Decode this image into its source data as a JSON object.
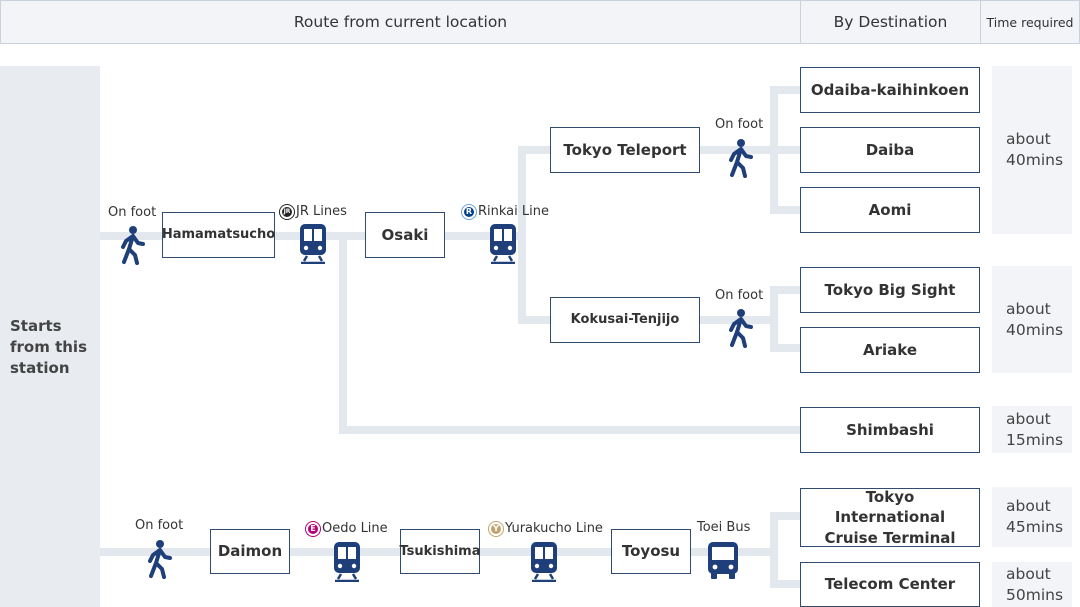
{
  "header": {
    "route": "Route from current location",
    "destination": "By Destination",
    "time": "Time required"
  },
  "start": {
    "label": "Starts from this station"
  },
  "stations": {
    "hamamatsucho": "Hamamatsucho",
    "osaki": "Osaki",
    "tokyo_teleport": "Tokyo Teleport",
    "kokusai_tenjijo": "Kokusai-Tenjijo",
    "daimon": "Daimon",
    "tsukishima": "Tsukishima",
    "toyosu": "Toyosu"
  },
  "destinations": {
    "odaiba": "Odaiba-kaihinkoen",
    "daiba": "Daiba",
    "aomi": "Aomi",
    "big_sight": "Tokyo Big Sight",
    "ariake": "Ariake",
    "shimbashi": "Shimbashi",
    "cruise": "Tokyo International Cruise Terminal",
    "telecom": "Telecom Center"
  },
  "times": {
    "group1": "about\n40mins",
    "group2": "about\n40mins",
    "shimbashi": "about\n15mins",
    "cruise": "about\n45mins",
    "telecom": "about\n50mins"
  },
  "modes": {
    "on_foot": "On foot",
    "jr": "JR Lines",
    "rinkai": "Rinkai Line",
    "oedo": "Oedo Line",
    "yurakucho": "Yurakucho Line",
    "toei_bus": "Toei Bus"
  },
  "badges": {
    "jr_letter": "JR",
    "rinkai_letter": "R",
    "oedo_letter": "E",
    "yurakucho_letter": "Y"
  },
  "colors": {
    "line": "#e3e7ee",
    "box_border": "#2f4b6e",
    "icon": "#1f3f7a",
    "rinkai": "#00418e",
    "oedo": "#b6007a",
    "yurakucho": "#c1a470",
    "panel": "#f2f4f8"
  }
}
